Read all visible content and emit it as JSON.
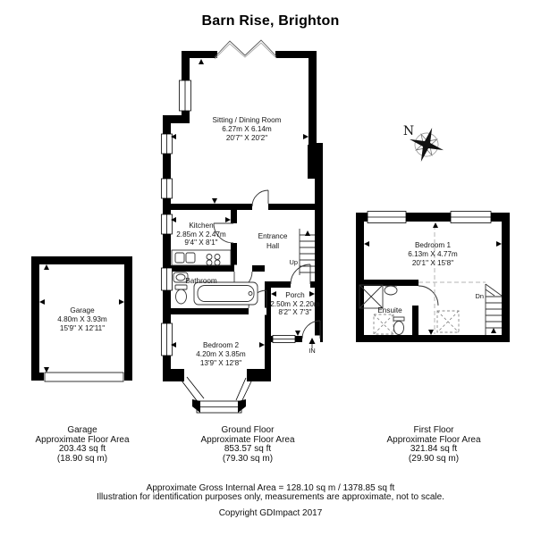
{
  "title": "Barn Rise, Brighton",
  "compass": {
    "north": "N"
  },
  "rooms": {
    "sitting": {
      "name": "Sitting / Dining Room",
      "metric": "6.27m X 6.14m",
      "imperial": "20'7\" X 20'2\""
    },
    "kitchen": {
      "name": "Kitchen",
      "metric": "2.85m X 2.47m",
      "imperial": "9'4\" X 8'1\""
    },
    "entrance": {
      "name": "Entrance Hall",
      "line1": "Entrance",
      "line2": "Hall"
    },
    "bathroom": {
      "name": "Bathroom"
    },
    "porch": {
      "name": "Porch",
      "metric": "2.50m X 2.20m",
      "imperial": "8'2\" X 7'3\""
    },
    "bedroom2": {
      "name": "Bedroom 2",
      "metric": "4.20m X 3.85m",
      "imperial": "13'9\" X 12'8\""
    },
    "garage": {
      "name": "Garage",
      "metric": "4.80m X 3.93m",
      "imperial": "15'9\" X 12'11\""
    },
    "bedroom1": {
      "name": "Bedroom 1",
      "metric": "6.13m X 4.77m",
      "imperial": "20'1\" X 15'8\""
    },
    "ensuite": {
      "name": "Ensuite"
    }
  },
  "stair_labels": {
    "up": "Up",
    "down": "Dn",
    "entry": "IN"
  },
  "areas": {
    "garage": {
      "title": "Garage",
      "subtitle": "Approximate Floor Area",
      "sqft": "203.43 sq ft",
      "sqm": "(18.90 sq m)"
    },
    "ground": {
      "title": "Ground Floor",
      "subtitle": "Approximate Floor Area",
      "sqft": "853.57 sq ft",
      "sqm": "(79.30 sq m)"
    },
    "first": {
      "title": "First Floor",
      "subtitle": "Approximate Floor Area",
      "sqft": "321.84 sq ft",
      "sqm": "(29.90 sq m)"
    }
  },
  "footer": {
    "gross": "Approximate Gross Internal Area = 128.10 sq m / 1378.85 sq ft",
    "disclaimer": "Illustration for identification purposes only, measurements are approximate, not to scale.",
    "copyright": "Copyright GDImpact 2017"
  },
  "colors": {
    "wall": "#000000",
    "background": "#ffffff",
    "dashed_line": "#b5b5b5"
  }
}
